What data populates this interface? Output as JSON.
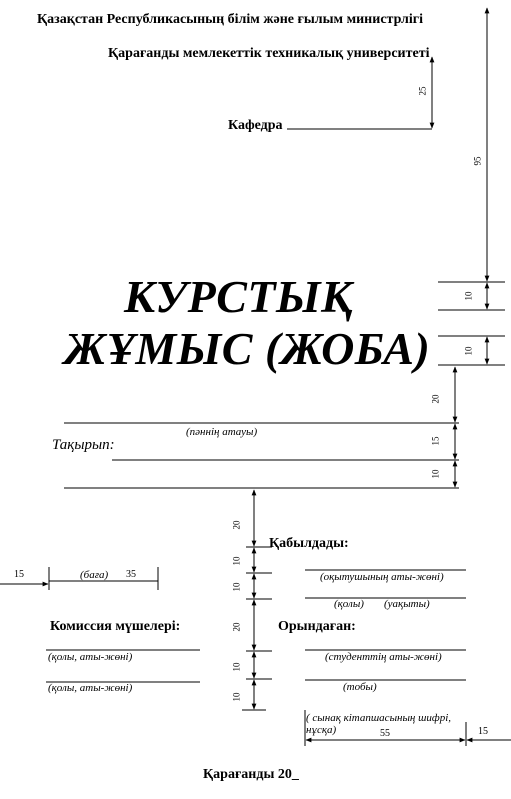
{
  "header": {
    "ministry": "Қазақстан Республикасының білім және ғылым министрлігі",
    "university": "Қарағанды мемлекеттік техникалық университеті",
    "department_label": "Кафедра"
  },
  "title": {
    "line1": "КУРСТЫҚ",
    "line2": "ЖҰМЫС (ЖОБА)"
  },
  "topic": {
    "subject_caption": "(пәннің атауы)",
    "topic_label": "Тақырып:"
  },
  "grade": {
    "caption": "(баға)",
    "width_mm": "35",
    "left_margin_mm": "15"
  },
  "accepted": {
    "label": "Қабылдады:",
    "teacher_caption": "(оқытушының аты-жөні)",
    "signature_caption": "(қолы)",
    "date_caption": "(уақыты)"
  },
  "commission": {
    "label": "Комиссия мүшелері:",
    "member1_caption": "(қолы, аты-жөні)",
    "member2_caption": "(қолы, аты-жөні)"
  },
  "performed": {
    "label": "Орындаған:",
    "student_caption": "(студенттің аты-жөні)",
    "group_caption": "(тобы)",
    "record_caption_line1": "( сынақ кітапшасының шифрі,",
    "record_caption_line2": "нұсқа)",
    "width_mm": "55",
    "right_margin_mm": "15"
  },
  "footer": {
    "city_year": "Қарағанды 20_"
  },
  "dimensions": {
    "d25": "25",
    "d95": "95",
    "d10_title1": "10",
    "d10_title2": "10",
    "d20_topic": "20",
    "d15_topic": "15",
    "d10_topic": "10",
    "d20_center": "20",
    "d10_center1": "10",
    "d10_center2": "10",
    "d20_center2": "20",
    "d10_center3": "10",
    "d10_center4": "10"
  }
}
